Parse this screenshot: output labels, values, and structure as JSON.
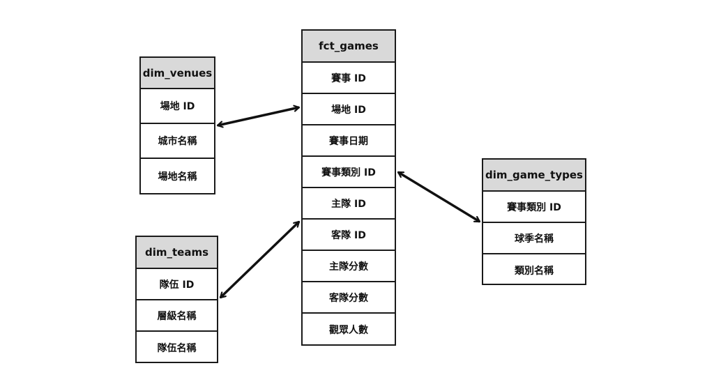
{
  "tables": {
    "venues": {
      "name": "dim_venues",
      "fields": [
        "場地 ID",
        "城市名稱",
        "場地名稱"
      ]
    },
    "games": {
      "name": "fct_games",
      "fields": [
        "賽事 ID",
        "場地 ID",
        "賽事日期",
        "賽事類別 ID",
        "主隊 ID",
        "客隊 ID",
        "主隊分數",
        "客隊分數",
        "觀眾人數"
      ]
    },
    "game_types": {
      "name": "dim_game_types",
      "fields": [
        "賽事類別 ID",
        "球季名稱",
        "類別名稱"
      ]
    },
    "teams": {
      "name": "dim_teams",
      "fields": [
        "隊伍 ID",
        "層級名稱",
        "隊伍名稱"
      ]
    }
  },
  "relationships": [
    {
      "from": "venues",
      "from_field": "場地 ID",
      "to": "games",
      "to_field": "場地 ID",
      "arrows": "both"
    },
    {
      "from": "games",
      "from_field": "賽事類別 ID",
      "to": "game_types",
      "to_field": "賽事類別 ID",
      "arrows": "both"
    },
    {
      "from": "teams",
      "from_field": "隊伍 ID",
      "to": "games",
      "to_field": "客隊 ID",
      "arrows": "both"
    }
  ],
  "colors": {
    "header_fill": "#d9d9d9",
    "border": "#1a1a1a",
    "text": "#111111",
    "background": "#ffffff"
  }
}
